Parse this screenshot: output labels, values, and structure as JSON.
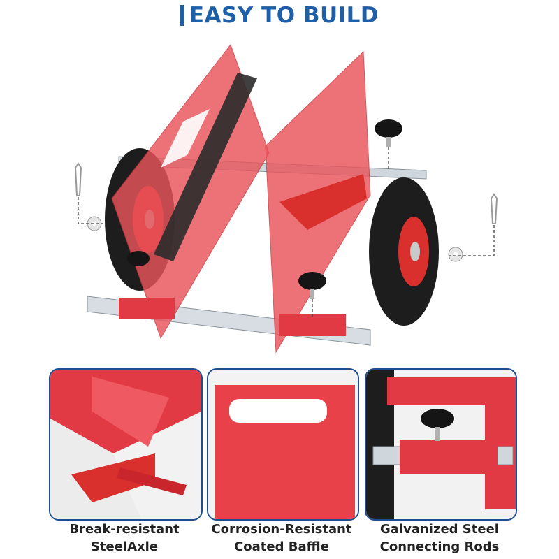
{
  "header": {
    "title": "EASY TO BUILD"
  },
  "features": [
    {
      "line1": "Break-resistant",
      "line2": "SteelAxle"
    },
    {
      "line1": "Corrosion-Resistant",
      "line2": "Coated Baffle"
    },
    {
      "line1": "Galvanized Steel",
      "line2": "Connecting Rods"
    }
  ],
  "colors": {
    "accent": "#1f5fa8",
    "product_red": "#e23a44",
    "border": "#1f4e8f"
  }
}
